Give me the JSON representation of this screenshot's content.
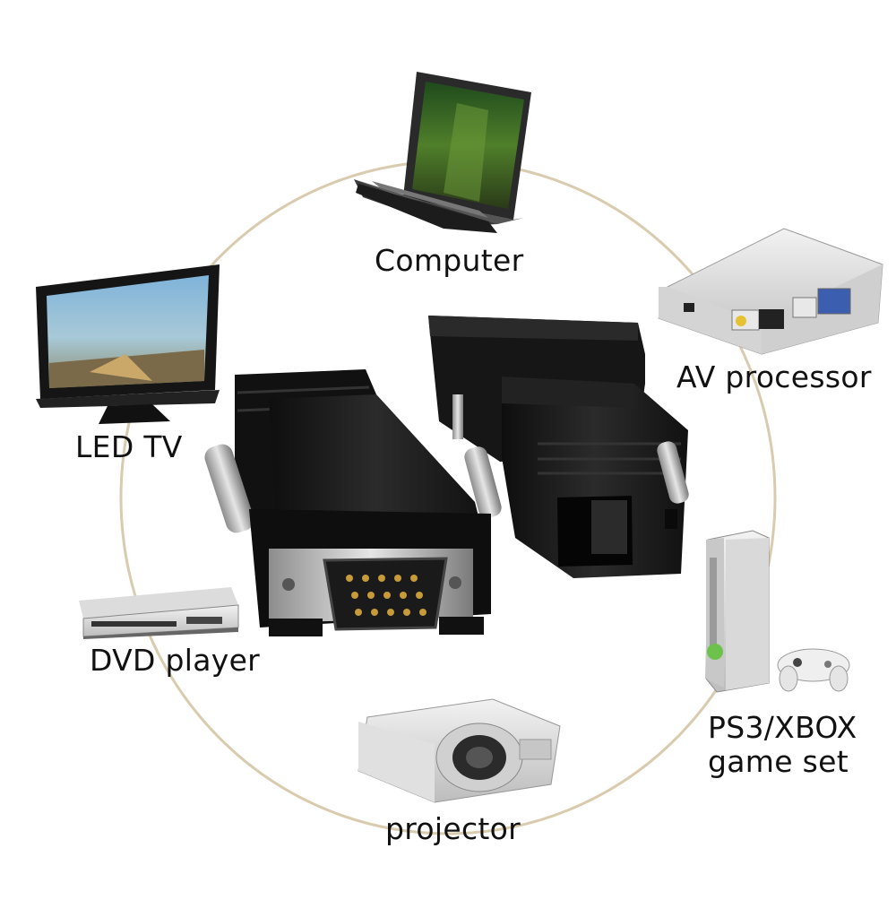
{
  "scene": {
    "ring_color": "#d8c9aa",
    "adapter_color": "#1a1a1a",
    "metal_color": "#b9b9b9",
    "gold_pin_color": "#c79a3a"
  },
  "devices": [
    {
      "id": "computer",
      "label": "Computer",
      "icon": "laptop-icon"
    },
    {
      "id": "av-processor",
      "label": "AV processor",
      "icon": "av-processor-box-icon"
    },
    {
      "id": "led-tv",
      "label": "LED TV",
      "icon": "tv-icon"
    },
    {
      "id": "dvd-player",
      "label": "DVD player",
      "icon": "dvd-player-icon"
    },
    {
      "id": "ps3-xbox",
      "label": "PS3/XBOX\ngame set",
      "icon": "game-console-icon"
    },
    {
      "id": "projector",
      "label": "projector",
      "icon": "projector-icon"
    }
  ]
}
